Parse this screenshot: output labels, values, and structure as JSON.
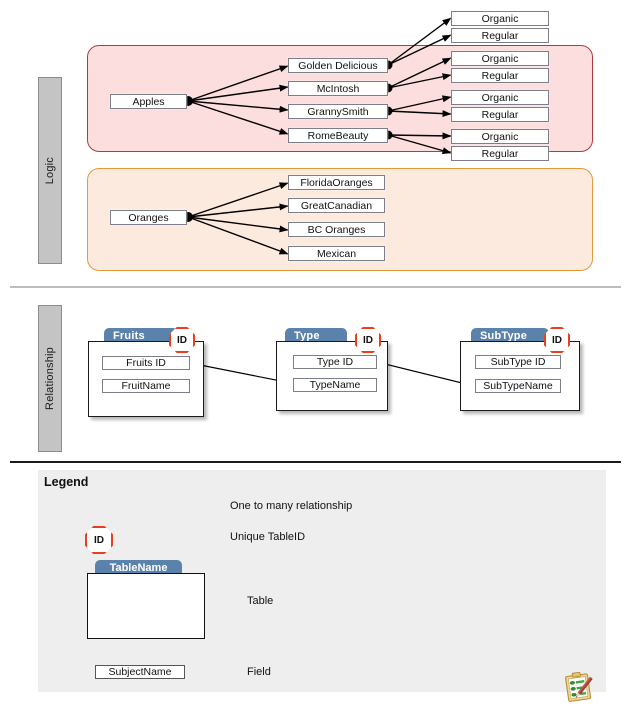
{
  "sections": {
    "logic": {
      "label": "Logic"
    },
    "relationship": {
      "label": "Relationship"
    }
  },
  "logic": {
    "apples": {
      "root": "Apples",
      "varieties": [
        "Golden Delicious",
        "McIntosh",
        "GrannySmith",
        "RomeBeauty"
      ],
      "leaf_labels": [
        "Organic",
        "Regular"
      ]
    },
    "oranges": {
      "root": "Oranges",
      "varieties": [
        "FloridaOranges",
        "GreatCanadian",
        "BC Oranges",
        "Mexican"
      ]
    },
    "leaves": [
      "Organic",
      "Regular",
      "Organic",
      "Regular",
      "Organic",
      "Regular",
      "Organic",
      "Regular"
    ]
  },
  "relationship": {
    "tables": [
      {
        "name": "Fruits",
        "id_badge": "ID",
        "fields": [
          "Fruits ID",
          "FruitName"
        ]
      },
      {
        "name": "Type",
        "id_badge": "ID",
        "fields": [
          "Type ID",
          "TypeName"
        ]
      },
      {
        "name": "SubType",
        "id_badge": "ID",
        "fields": [
          "SubType ID",
          "SubTypeName"
        ]
      }
    ]
  },
  "legend": {
    "title": "Legend",
    "rows": [
      {
        "symbol": "one-to-many-connector-icon",
        "text": "One to many relationship"
      },
      {
        "symbol": "id-octagon-icon",
        "text": "Unique TableID"
      },
      {
        "symbol": "table-shape-icon",
        "text": "Table"
      },
      {
        "symbol": "field-box-icon",
        "text": "Field"
      }
    ],
    "sample_table_name": "TableName",
    "sample_field_name": "SubjectName",
    "corner_icon": "clipboard-checklist-pencil-icon"
  },
  "colors": {
    "apples_group_fill": "#fcdede",
    "apples_group_border": "#b33a3a",
    "oranges_group_fill": "#fdeade",
    "oranges_group_border": "#e09a3c",
    "table_header": "#5b82ab",
    "id_badge_border": "#e8401f",
    "sidebar_fill": "#c4c4c4",
    "legend_fill": "#eeeeee"
  }
}
